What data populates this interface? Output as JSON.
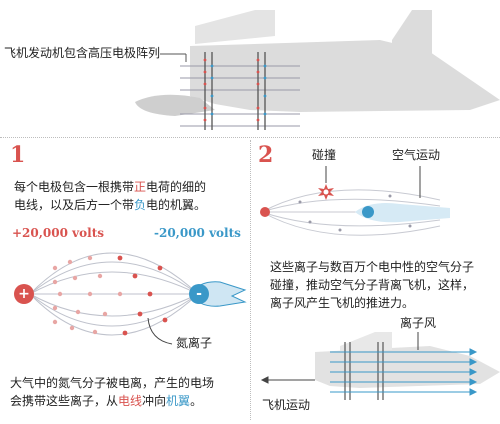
{
  "top": {
    "label": "飞机发动机包含高压电极阵列"
  },
  "panel1": {
    "number": "1",
    "desc_line1_pre": "每个电极包含一根携带",
    "desc_line1_hl": "正",
    "desc_line1_post": "电荷的细的",
    "desc_line2_pre": "电线，以及后方一个带",
    "desc_line2_hl": "负",
    "desc_line2_post": "电的机翼。",
    "volt_positive": "+20,000 volts",
    "volt_negative": "-20,000 volts",
    "plus_symbol": "+",
    "minus_symbol": "-",
    "ion_label": "氮离子",
    "bottom_line1": "大气中的氮气分子被电离，产生的电场",
    "bottom_line2_pre": "会携带这些离子，从",
    "bottom_line2_hl1": "电线",
    "bottom_line2_mid": "冲向",
    "bottom_line2_hl2": "机翼",
    "bottom_line2_post": "。"
  },
  "panel2": {
    "number": "2",
    "collision_label": "碰撞",
    "air_motion_label": "空气运动",
    "desc_line1": "这些离子与数百万个电中性的空气分子",
    "desc_line2": "碰撞，推动空气分子背离飞机，这样，",
    "desc_line3": "离子风产生飞机的推进力。",
    "ion_wind_label": "离子风",
    "plane_motion_label": "飞机运动"
  },
  "colors": {
    "red": "#d9534f",
    "blue": "#3a98c8",
    "plane_gray": "#dcdcdc",
    "arrow_gray": "#9a9aa8"
  }
}
